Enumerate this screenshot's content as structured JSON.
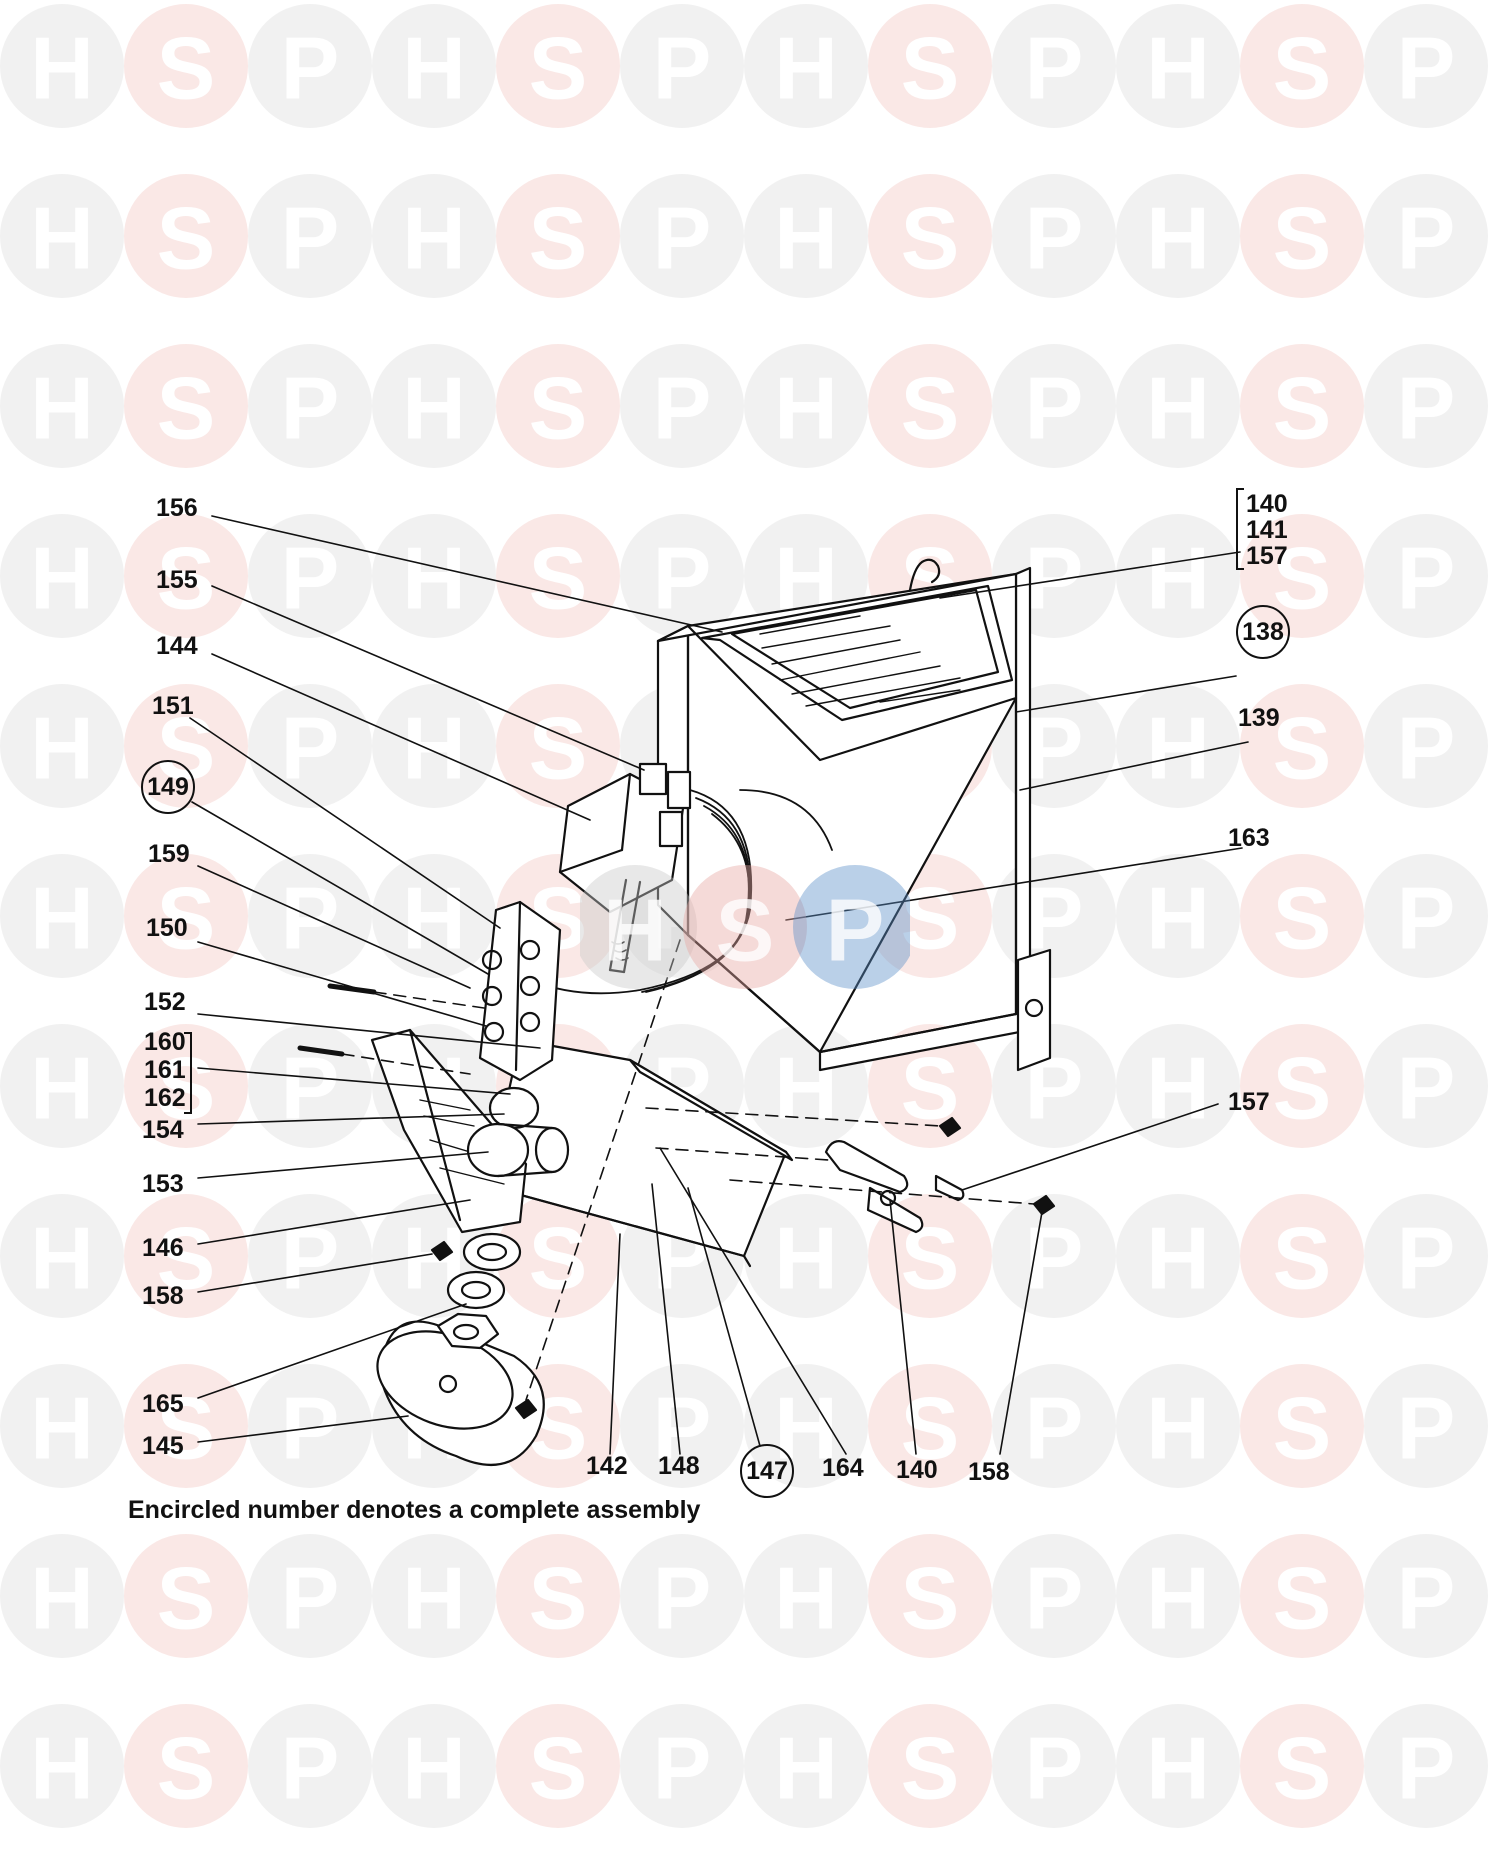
{
  "watermark": {
    "letters": [
      "H",
      "S",
      "P"
    ],
    "colors": {
      "H": "#8f8f8f",
      "S": "#d94b3c",
      "P": "#8f8f8f"
    }
  },
  "center_logo": {
    "letters": [
      "H",
      "S",
      "P"
    ],
    "colors": {
      "H": "#c9c9c9",
      "S": "#e8a8a3",
      "P": "#5b8fc9"
    }
  },
  "callouts": {
    "c156": "156",
    "c155": "155",
    "c144": "144",
    "c151": "151",
    "c149": "149",
    "c159": "159",
    "c150": "150",
    "c152": "152",
    "c160": "160",
    "c161": "161",
    "c162": "162",
    "c154": "154",
    "c153": "153",
    "c146": "146",
    "c158_left": "158",
    "c165": "165",
    "c145": "145",
    "c142": "142",
    "c148": "148",
    "c147": "147",
    "c164": "164",
    "c140_bottom": "140",
    "c158_bottom": "158",
    "c140_top": "140",
    "c141_top": "141",
    "c157_top": "157",
    "c138": "138",
    "c139": "139",
    "c163": "163",
    "c157_right": "157"
  },
  "caption": "Encircled number denotes a complete assembly"
}
